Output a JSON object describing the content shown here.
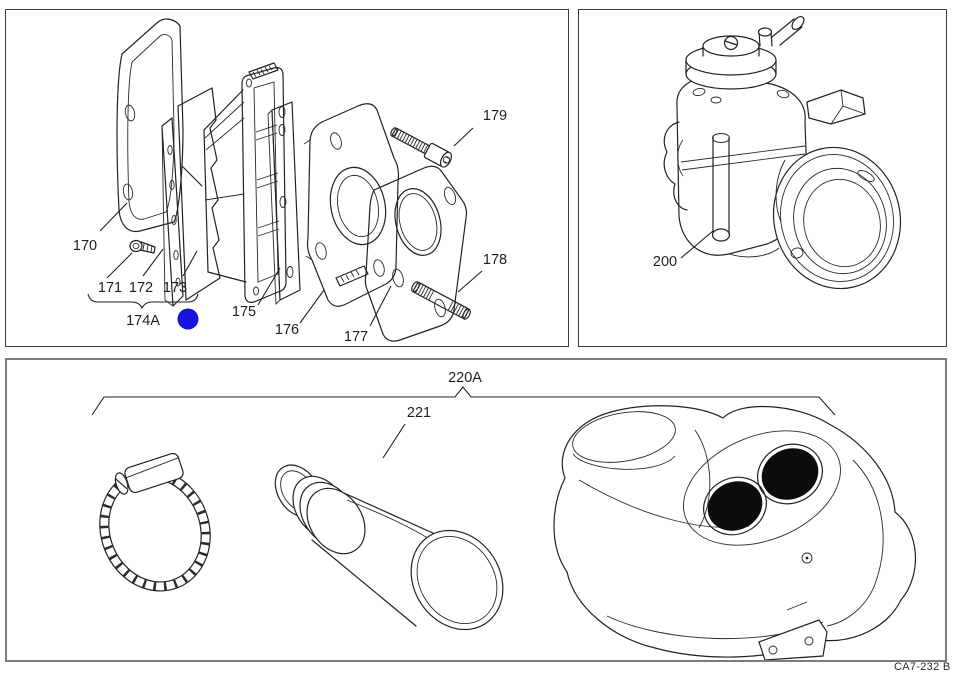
{
  "footer_code": "CA7-232 B",
  "colors": {
    "line": "#222222",
    "marker_blue": "#1414dd",
    "paper": "#ffffff"
  },
  "panels": {
    "reed_valve": {
      "description": "exploded-view-reed-valve-and-intake-manifold",
      "callouts": {
        "c170": "170",
        "c171": "171",
        "c172": "172",
        "c173": "173",
        "c174a": "174A",
        "c175": "175",
        "c176": "176",
        "c177": "177",
        "c178": "178",
        "c179": "179"
      },
      "marker_color": "#1414dd"
    },
    "carburetor": {
      "description": "carburetor-drawing",
      "callouts": {
        "c200": "200"
      }
    },
    "intake_silencer": {
      "description": "air-cleaner-assembly-drawing",
      "callouts": {
        "c220a": "220A",
        "c221": "221"
      }
    }
  },
  "drawings": {
    "170": "gasket-drawing",
    "171": "screw-drawing",
    "172": "reed-stopper-drawing",
    "173": "reed-petal-drawing",
    "174A": "reed-valve-cage-drawing",
    "175": "spacer-plate-drawing",
    "176": "intake-manifold-drawing",
    "177": "flange-gasket-drawing",
    "178": "stud-drawing",
    "179": "socket-bolt-drawing",
    "200": "carburetor-drawing",
    "220A": "air-cleaner-group",
    "221": "intake-duct-drawing",
    "clamp": "hose-clamp-drawing",
    "air_box": "air-cleaner-box-drawing"
  }
}
